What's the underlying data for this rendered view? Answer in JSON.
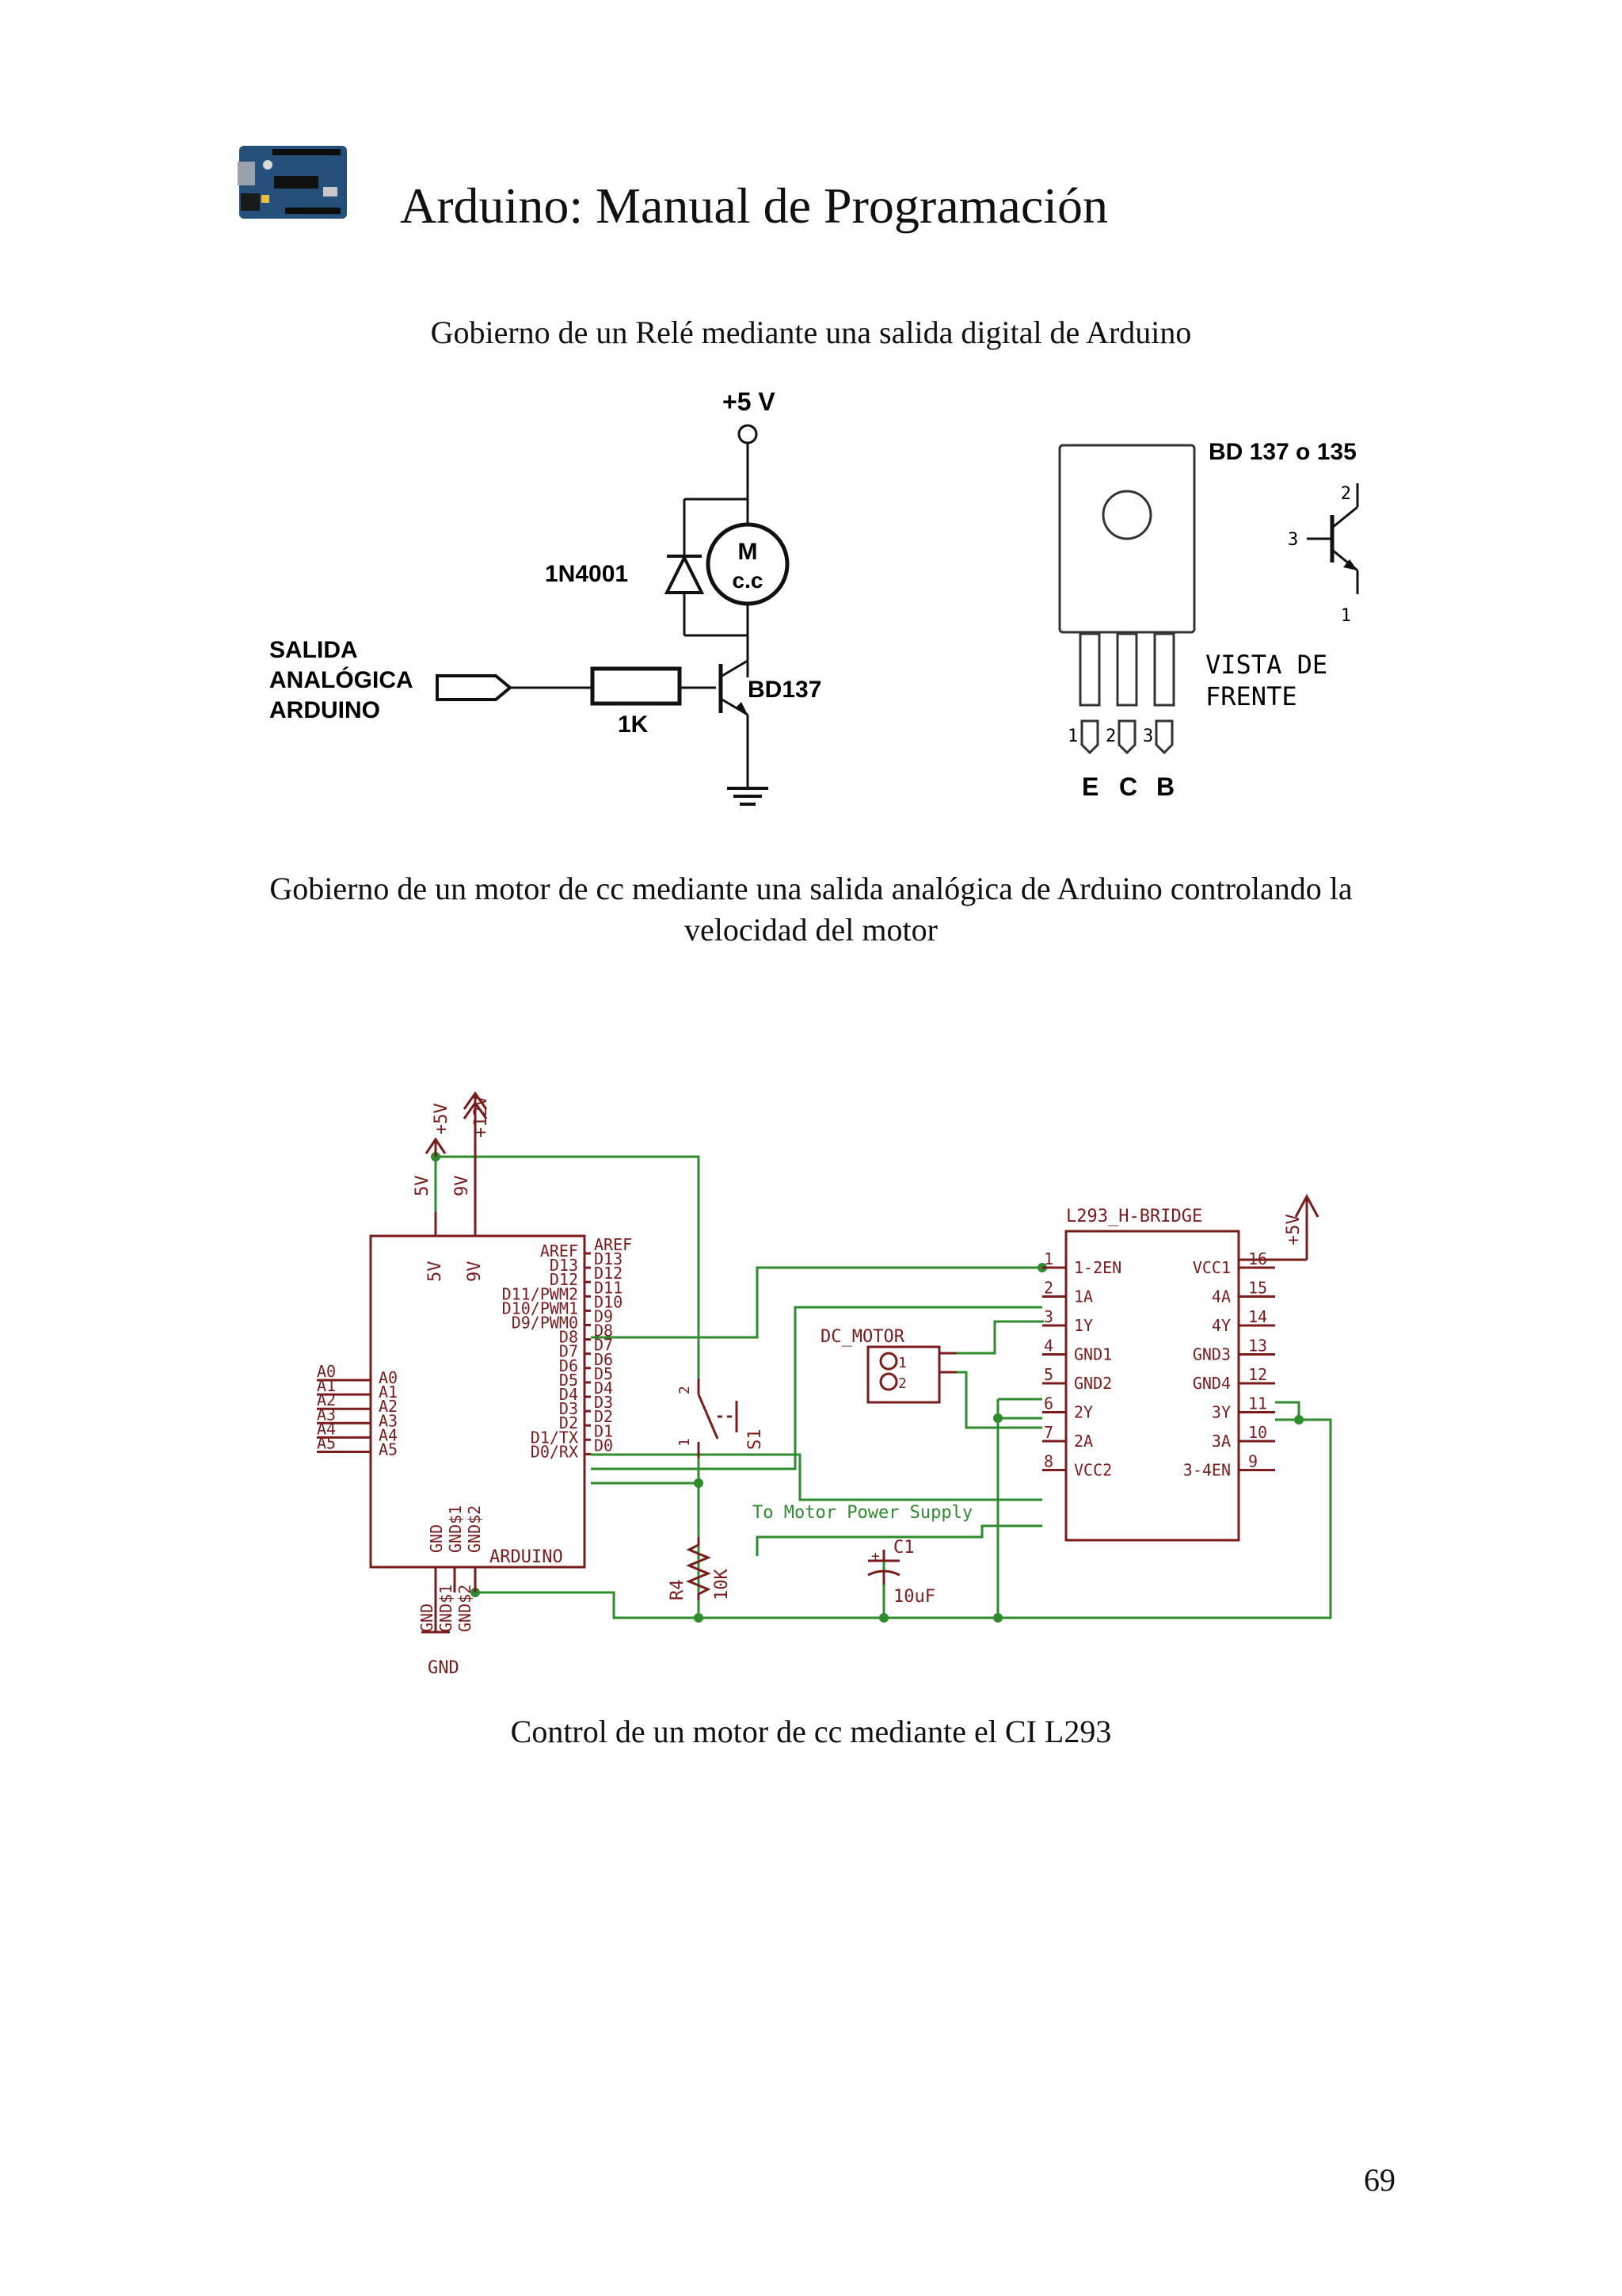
{
  "header": {
    "title": "Arduino: Manual de Programación"
  },
  "sections": {
    "relay_caption": "Gobierno de un Relé mediante una salida digital de Arduino",
    "pwm_caption_line1": "Gobierno de un motor de cc mediante una salida analógica de Arduino controlando la",
    "pwm_caption_line2": "velocidad del motor",
    "l293_caption": "Control de un motor de cc mediante el CI L293"
  },
  "relay_circuit": {
    "vcc": "+5 V",
    "diode": "1N4001",
    "motor_line1": "M",
    "motor_line2": "c.c",
    "input_line1": "SALIDA",
    "input_line2": "ANALÓGICA",
    "input_line3": "ARDUINO",
    "resistor": "1K",
    "transistor": "BD137",
    "package_title": "BD 137 o 135",
    "view_line1": "VISTA DE",
    "view_line2": "FRENTE",
    "pin1": "1",
    "pin2": "2",
    "pin3": "3",
    "pin_e": "E",
    "pin_c": "C",
    "pin_b": "B",
    "sym_pin1": "1",
    "sym_pin2": "2",
    "sym_pin3": "3"
  },
  "l293_circuit": {
    "v12": "+12V",
    "v5": "+5V",
    "v5_pin": "5V",
    "v9_pin": "9V",
    "ard_5v": "5V",
    "ard_9v": "9V",
    "ard_right_labels": [
      "AREF",
      "D13",
      "D12",
      "D11/PWM2",
      "D10/PWM1",
      "D9/PWM0",
      "D8",
      "D7",
      "D6",
      "D5",
      "D4",
      "D3",
      "D2",
      "D1/TX",
      "D0/RX"
    ],
    "ard_right_pins": [
      "AREF",
      "D13",
      "D12",
      "D11",
      "D10",
      "D9",
      "D8",
      "D7",
      "D6",
      "D5",
      "D4",
      "D3",
      "D2",
      "D1",
      "D0"
    ],
    "ard_left_labels": [
      "A0",
      "A1",
      "A2",
      "A3",
      "A4",
      "A5"
    ],
    "ard_left_pins": [
      "A0",
      "A1",
      "A2",
      "A3",
      "A4",
      "A5"
    ],
    "ard_gnd_labels": [
      "GND",
      "GND$1",
      "GND$2"
    ],
    "ard_gnd_pins": [
      "GND",
      "GND$1",
      "GND$2"
    ],
    "gnd_label": "GND",
    "arduino_name": "ARDUINO",
    "switch": "S1",
    "switch_pin2": "2",
    "switch_pin1": "1",
    "resistor_name": "R4",
    "resistor_value": "10K",
    "motor_name": "DC_MOTOR",
    "motor_pin1": "1",
    "motor_pin2": "2",
    "power_note": "To Motor Power Supply",
    "cap_name": "C1",
    "cap_value": "10uF",
    "cap_plus": "+",
    "hbridge_name": "L293_H-BRIDGE",
    "hbridge_vcc": "+5V",
    "hb_left_labels": [
      "1-2EN",
      "1A",
      "1Y",
      "GND1",
      "GND2",
      "2Y",
      "2A",
      "VCC2"
    ],
    "hb_right_labels": [
      "VCC1",
      "4A",
      "4Y",
      "GND3",
      "GND4",
      "3Y",
      "3A",
      "3-4EN"
    ],
    "hb_left_pins": [
      "1",
      "2",
      "3",
      "4",
      "5",
      "6",
      "7",
      "8"
    ],
    "hb_right_pins": [
      "16",
      "15",
      "14",
      "13",
      "12",
      "11",
      "10",
      "9"
    ]
  },
  "footer": {
    "page_number": "69"
  }
}
